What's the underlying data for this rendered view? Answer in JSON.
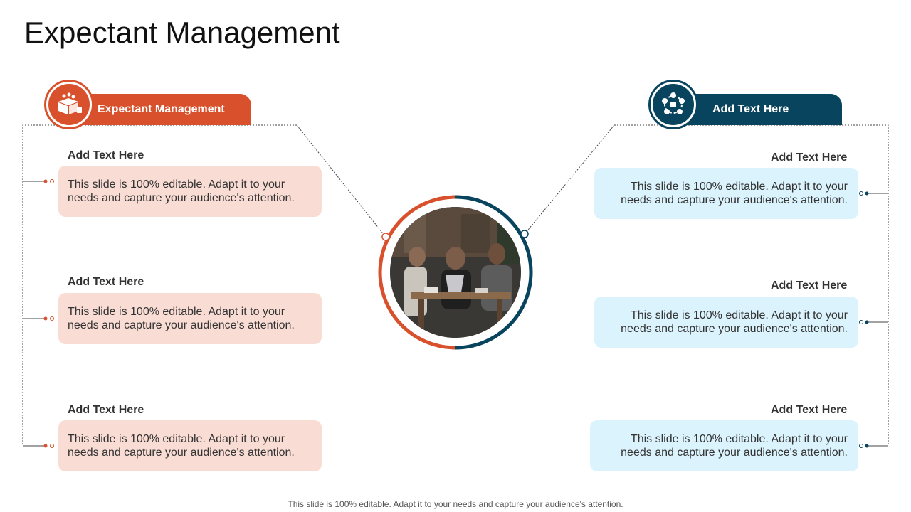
{
  "title": "Expectant Management",
  "left_header": "Expectant Management",
  "right_header": "Add Text Here",
  "left_items": [
    {
      "heading": "Add Text Here",
      "body": "This slide is 100% editable. Adapt it to your needs and capture your audience's attention."
    },
    {
      "heading": "Add Text Here",
      "body": "This slide is 100% editable. Adapt it to your needs and capture your audience's attention."
    },
    {
      "heading": "Add Text Here",
      "body": "This slide is 100% editable. Adapt it to your needs and capture your audience's attention."
    }
  ],
  "right_items": [
    {
      "heading": "Add Text Here",
      "body": "This slide is 100% editable. Adapt it to your needs and capture your audience's attention."
    },
    {
      "heading": "Add Text Here",
      "body": "This slide is 100% editable. Adapt it to your needs and capture your audience's attention."
    },
    {
      "heading": "Add Text Here",
      "body": "This slide is 100% editable. Adapt it to your needs and capture your audience's attention."
    }
  ],
  "footer": "This slide is 100% editable. Adapt it to your needs and capture your audience's attention.",
  "colors": {
    "accent_left": "#d9512c",
    "accent_right": "#08445d",
    "box_left": "#f9dcd4",
    "box_right": "#dbf3fd"
  },
  "icons": {
    "left": "product-box-icon",
    "right": "network-cycle-icon",
    "center": "team-meeting-photo"
  }
}
